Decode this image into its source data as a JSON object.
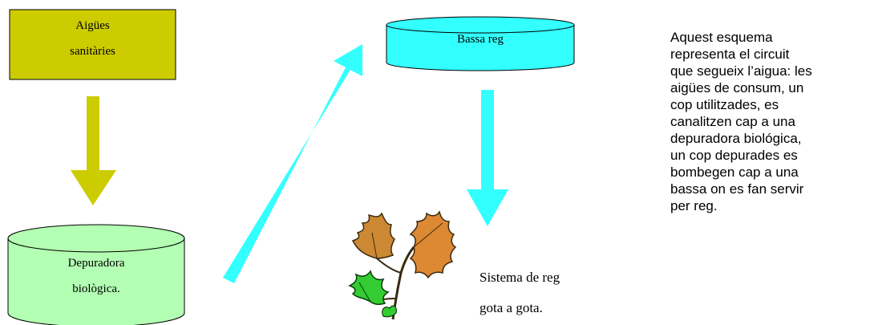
{
  "nodes": {
    "sanitary": {
      "lines": [
        "Aigües",
        "sanitàries"
      ],
      "fill": "#CCCC00"
    },
    "treatment": {
      "lines": [
        "Depuradora",
        "biològica."
      ],
      "fill": "#B3FFB3"
    },
    "pond": {
      "lines": [
        "Bassa reg"
      ],
      "fill": "#33FFFF"
    }
  },
  "irrigation": {
    "lines": [
      "Sistema de reg",
      "gota a gota."
    ],
    "icon": "oak-leaves-icon"
  },
  "description": [
    "Aquest esquema",
    "representa el circuit",
    "que segueix l’aigua: les",
    "aigües de consum, un",
    "cop utilitzades, es",
    "canalitzen cap a una",
    "depuradora biológica,",
    "un cop depurades es",
    "bombegen cap a una",
    "bassa on es fan servir",
    "per reg."
  ],
  "colors": {
    "olive_arrow": "#CCCC00",
    "cyan_arrow": "#33FFFF"
  }
}
